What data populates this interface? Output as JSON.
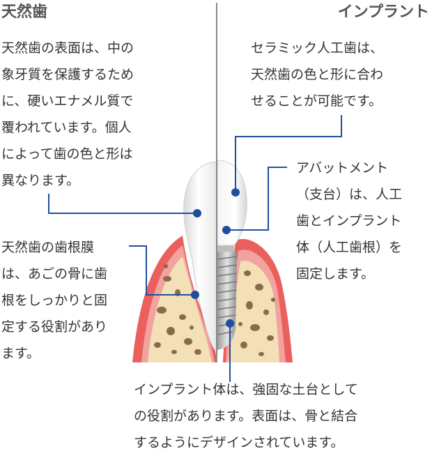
{
  "headings": {
    "left": "天然歯",
    "right": "インプラント"
  },
  "natural_surface": {
    "lines": [
      "天然歯の表面は、中の",
      "象牙質を保護するため",
      "に、硬いエナメル質で",
      "覆われています。個人",
      "によって歯の色と形は",
      "異なります。"
    ]
  },
  "natural_root": {
    "lines": [
      "天然歯の歯根膜",
      "は、あごの骨に歯",
      "根をしっかりと固",
      "定する役割があり",
      "ます。"
    ]
  },
  "ceramic_crown": {
    "lines": [
      "セラミック人工歯は、",
      "天然歯の色と形に合わ",
      "せることが可能です。"
    ]
  },
  "abutment": {
    "lines": [
      "アバットメント",
      "（支台）は、人工",
      "歯とインプラント",
      "体（人工歯根）を",
      "固定します。"
    ]
  },
  "fixture": {
    "lines": [
      "インプラント体は、強固な土台として",
      "の役割があります。表面は、骨と結合",
      "するようにデザインされています。"
    ]
  },
  "colors": {
    "leader": "#1e4f9c",
    "gum": "#e9605c",
    "gum_light": "#f2a3a0",
    "bone": "#f3e0b6",
    "bone_hole": "#8a6a4e",
    "divider": "#888888"
  }
}
